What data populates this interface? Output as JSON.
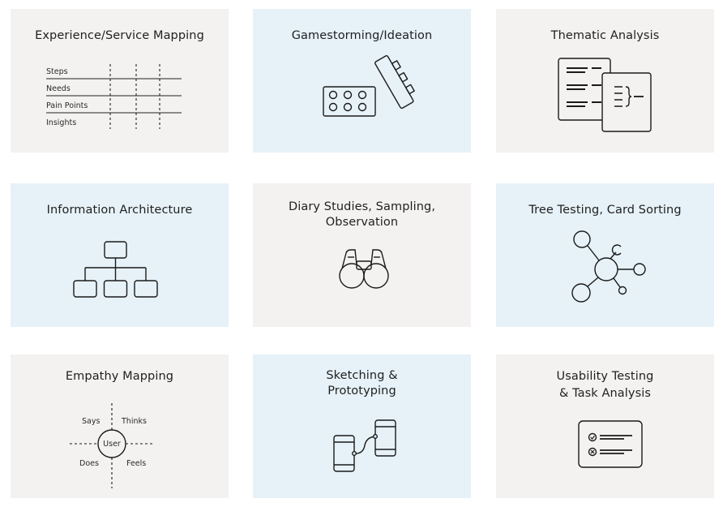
{
  "cards": [
    {
      "title": "Experience/Service Mapping",
      "rows": [
        "Steps",
        "Needs",
        "Pain Points",
        "Insights"
      ]
    },
    {
      "title": "Gamestorming/Ideation"
    },
    {
      "title": "Thematic Analysis"
    },
    {
      "title": "Information Architecture"
    },
    {
      "title_lines": [
        "Diary Studies, Sampling,",
        "Observation"
      ]
    },
    {
      "title": "Tree Testing, Card Sorting"
    },
    {
      "title": "Empathy Mapping",
      "quadrants": {
        "top_left": "Says",
        "top_right": "Thinks",
        "bottom_left": "Does",
        "bottom_right": "Feels",
        "center": "User"
      }
    },
    {
      "title_lines": [
        "Sketching &",
        "Prototyping"
      ]
    },
    {
      "title_lines": [
        "Usability Testing",
        "& Task Analysis"
      ]
    }
  ]
}
